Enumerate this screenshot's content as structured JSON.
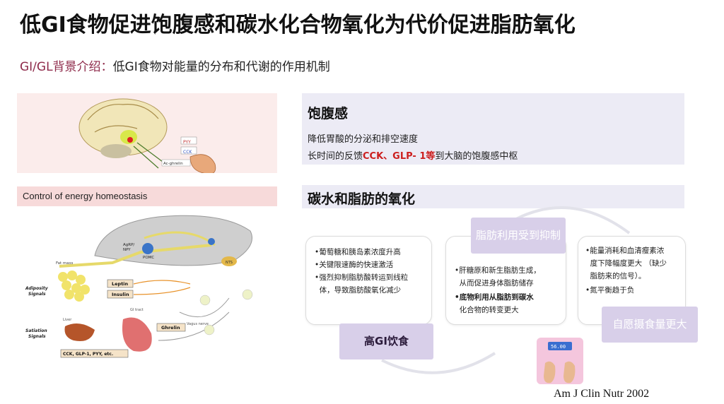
{
  "header": {
    "title": "低GI食物促进饱腹感和碳水化合物氧化为代价促进脂肪氧化",
    "subtitle_lead": "GI/GL背景介绍：",
    "subtitle_rest": "低GI食物对能量的分布和代谢的作用机制"
  },
  "left": {
    "brain_labels": [
      "PYY",
      "CCK",
      "Ac-ghrelin"
    ],
    "control_title": "Control of energy homeostasis",
    "homeo_labels": {
      "fat_mass": "Fat mass",
      "adiposity": "Adiposity",
      "signals": "Signals",
      "satiation": "Satiation",
      "leptin": "Leptin",
      "insulin": "Insulin",
      "ghrelin": "Ghrelin",
      "agrp": "AgRP/",
      "npy": "NPY",
      "pomc": "POMC",
      "nts": "NTS",
      "cck": "CCK, GLP-1, PYY, etc.",
      "gi_tract": "GI tract",
      "liver": "Liver",
      "vagus": "Vagus nerve"
    }
  },
  "satiety": {
    "title": "饱腹感",
    "line1": "降低胃酸的分泌和排空速度",
    "line2_pre": "长时间的反馈",
    "line2_red": "CCK、GLP- 1等",
    "line2_post": "到大脑的饱腹感中枢"
  },
  "oxidation": {
    "title": "碳水和脂肪的氧化",
    "card1": [
      "•葡萄糖和胰岛素浓度升高",
      "•关键限速酶的快速激活",
      "•强烈抑制脂肪酸转运到线粒",
      "  体，导致脂肪酸氧化减少"
    ],
    "card2": [
      "•肝糖原和新生脂肪生成，",
      "  从而促进身体脂肪储存",
      "•底物利用从脂肪到碳水",
      "  化合物的转变更大"
    ],
    "card3": [
      "•能量消耗和血清瘦素浓",
      "  度下降幅度更大 （缺少",
      "  脂肪来的信号）。",
      "•氮平衡趋于负"
    ],
    "pill_high_gi": "高GI饮食",
    "pill_fat": "脂肪利用受到抑制",
    "pill_intake": "自愿摄食量更大"
  },
  "scale_display": "56.00",
  "citation": "Am J Clin Nutr 2002",
  "colors": {
    "accent_red": "#cc1f1f",
    "panel_lavender": "#ecebf5",
    "pill_purple": "#d8cfe9",
    "subtitle_maroon": "#8e2a4a"
  }
}
